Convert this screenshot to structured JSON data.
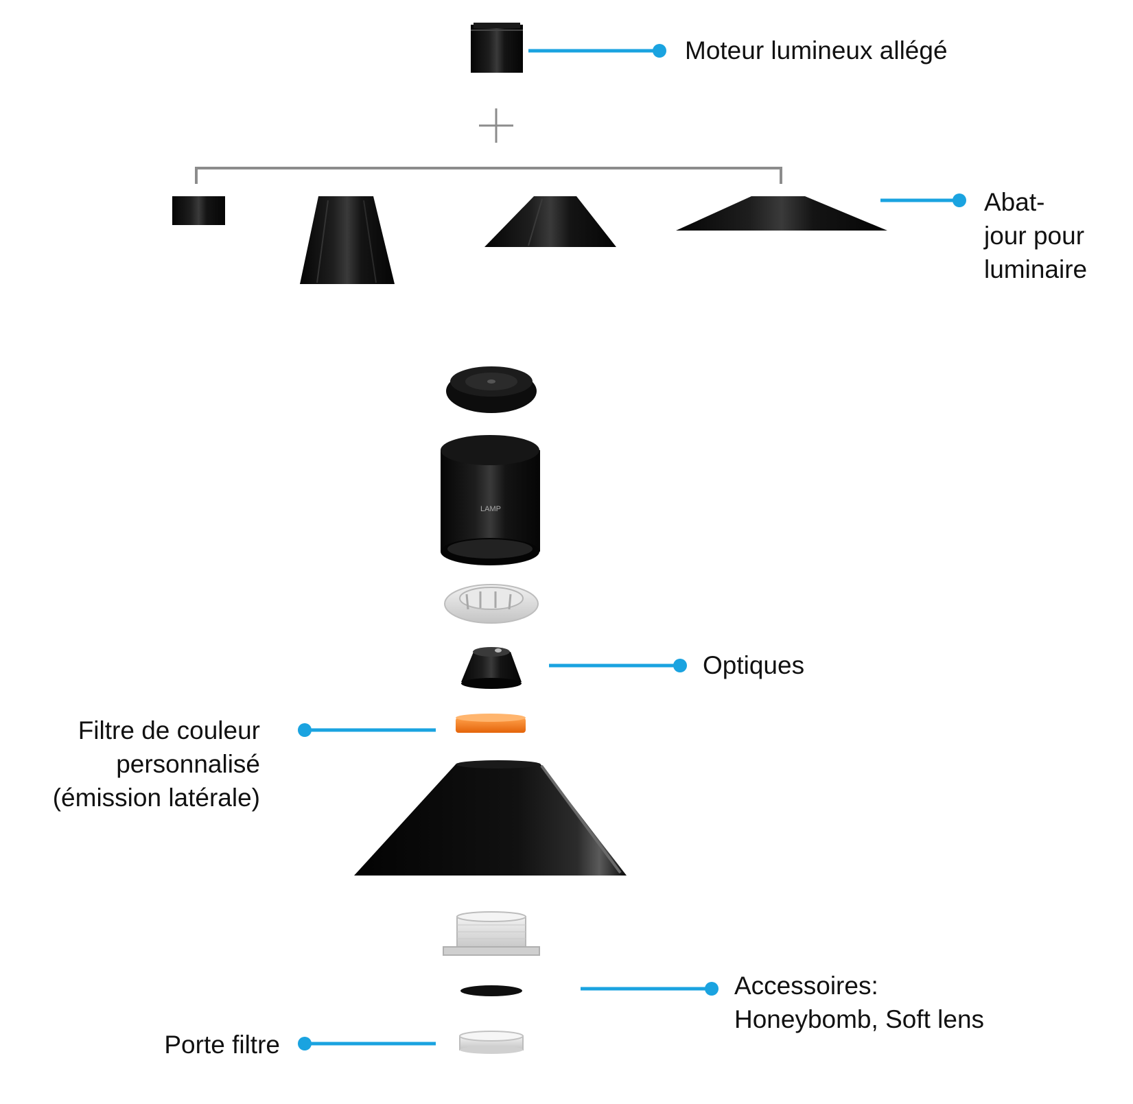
{
  "labels": {
    "engine": [
      "Moteur lumineux allégé"
    ],
    "shades": [
      "Abat-",
      "jour pour",
      "luminaire"
    ],
    "optics": [
      "Optiques"
    ],
    "color_filter": [
      "Filtre de couleur",
      "personnalisé",
      "(émission latérale)"
    ],
    "accessories": [
      "Accessoires:",
      "Honeybomb, Soft lens"
    ],
    "filter_holder": [
      "Porte filtre"
    ]
  },
  "engine_mark": "LAMP",
  "colors": {
    "leader": "#1aa3e0",
    "bracket": "#8c8c8c",
    "part_black": "#0b0b0b",
    "filter_orange": "#f07a1a",
    "translucent": "#d6d6d6"
  }
}
